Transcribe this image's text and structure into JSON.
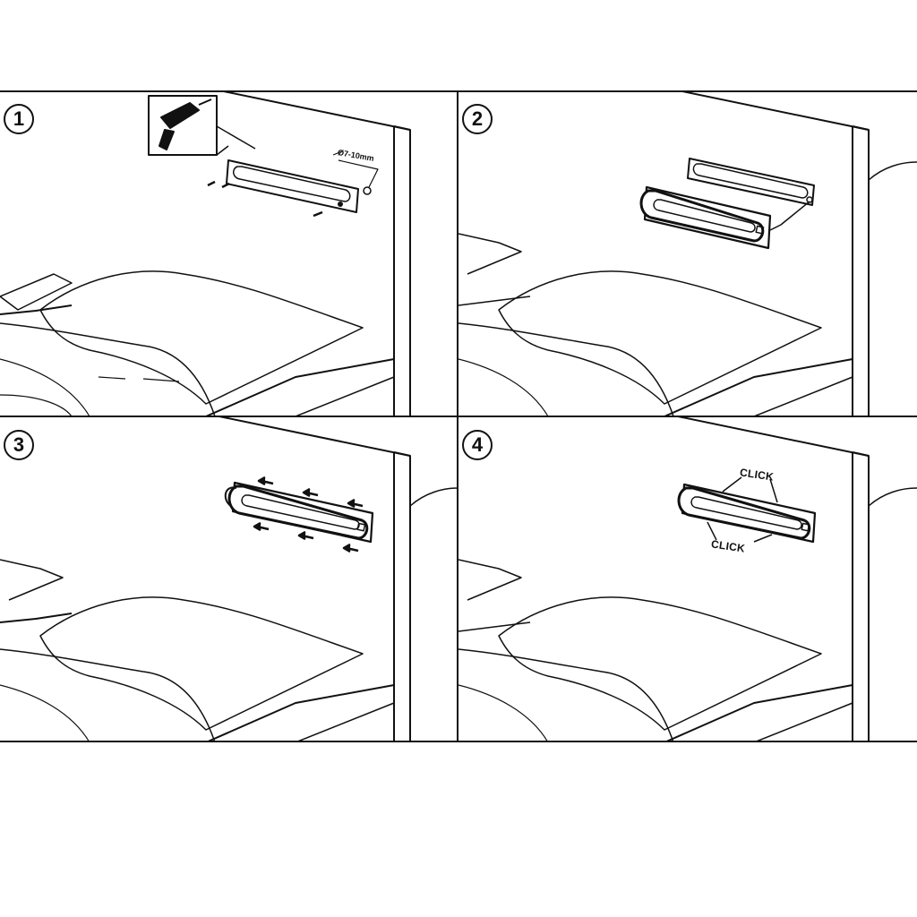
{
  "steps": [
    {
      "number": "1",
      "annotation": "Ø7-10mm"
    },
    {
      "number": "2"
    },
    {
      "number": "3"
    },
    {
      "number": "4",
      "click_top": "CLICK",
      "click_bottom": "CLICK"
    }
  ],
  "colors": {
    "line": "#111111",
    "background": "#ffffff"
  }
}
